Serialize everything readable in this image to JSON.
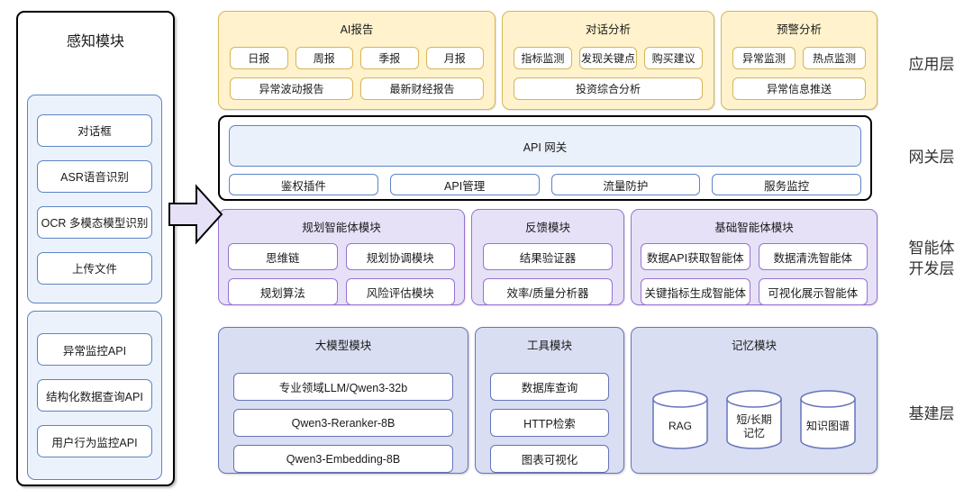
{
  "perception": {
    "title": "感知模块",
    "group1": [
      "对话框",
      "ASR语音识别",
      "OCR 多模态模型识别",
      "上传文件"
    ],
    "group2": [
      "异常监控API",
      "结构化数据查询API",
      "用户行为监控API"
    ]
  },
  "app_layer": {
    "sections": [
      {
        "title": "AI报告",
        "row1": [
          "日报",
          "周报",
          "季报",
          "月报"
        ],
        "row2": [
          "异常波动报告",
          "最新财经报告"
        ]
      },
      {
        "title": "对话分析",
        "row1": [
          "指标监测",
          "发现关键点",
          "购买建议"
        ],
        "row2": [
          "投资综合分析"
        ]
      },
      {
        "title": "预警分析",
        "row1": [
          "异常监测",
          "热点监测"
        ],
        "row2": [
          "异常信息推送"
        ]
      }
    ]
  },
  "gateway_layer": {
    "api_gateway": "API 网关",
    "plugins": [
      "鉴权插件",
      "API管理",
      "流量防护",
      "服务监控"
    ]
  },
  "agent_layer": {
    "sections": [
      {
        "title": "规划智能体模块",
        "items": [
          "思维链",
          "规划协调模块",
          "规划算法",
          "风险评估模块"
        ]
      },
      {
        "title": "反馈模块",
        "items": [
          "结果验证器",
          "效率/质量分析器"
        ]
      },
      {
        "title": "基础智能体模块",
        "items": [
          "数据API获取智能体",
          "数据清洗智能体",
          "关键指标生成智能体",
          "可视化展示智能体"
        ]
      }
    ]
  },
  "infra_layer": {
    "sections": [
      {
        "title": "大模型模块",
        "items": [
          "专业领域LLM/Qwen3-32b",
          "Qwen3-Reranker-8B",
          "Qwen3-Embedding-8B"
        ]
      },
      {
        "title": "工具模块",
        "items": [
          "数据库查询",
          "HTTP检索",
          "图表可视化"
        ]
      },
      {
        "title": "记忆模块",
        "cylinders": [
          "RAG",
          "短/长期\n记忆",
          "知识图谱"
        ]
      }
    ]
  },
  "layer_labels": {
    "app": "应用层",
    "gateway": "网关层",
    "agent_dev": "智能体\n开发层",
    "infra": "基建层"
  },
  "icons": {
    "flow_arrow": "right-block-arrow",
    "memory_store": "database-cylinder"
  },
  "colors": {
    "yellow_fill": "#FFF2CC",
    "yellow_border": "#D6B656",
    "blue_fill": "#EBF1FB",
    "blue_border": "#5B84C4",
    "purple_fill": "#E7E1F8",
    "purple_border": "#9673D2",
    "periwinkle_fill": "#D9DEF2",
    "periwinkle_border": "#6674BB",
    "outline": "#000000",
    "text": "#1A1A1A"
  }
}
